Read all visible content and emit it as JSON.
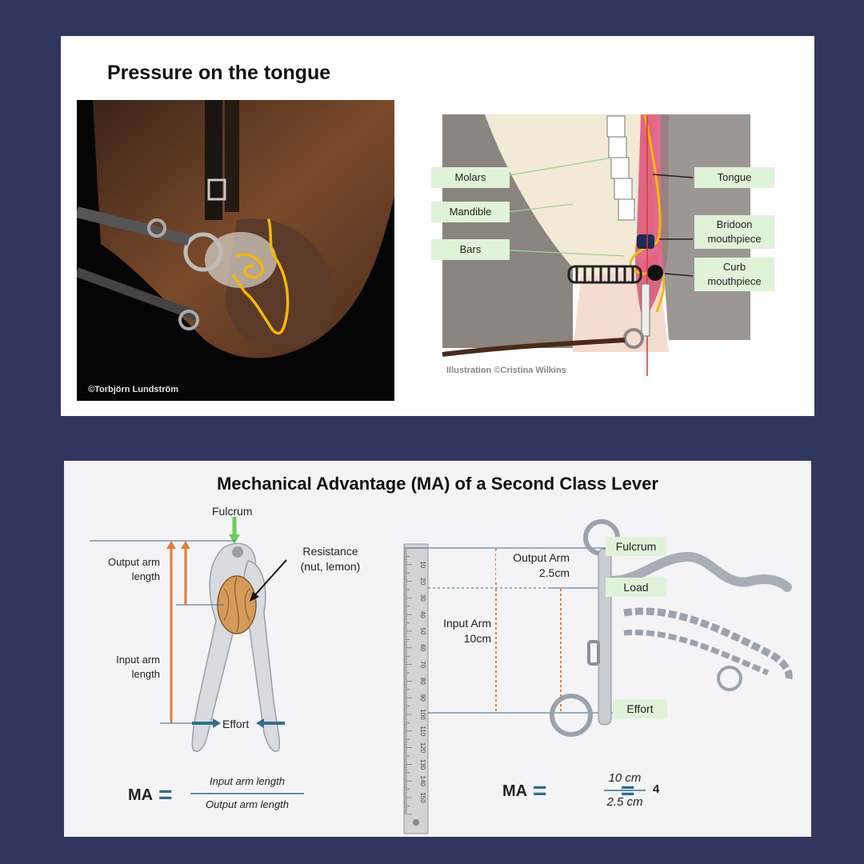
{
  "slide1": {
    "title": "Pressure on the tongue",
    "photo_credit": "©Torbjörn Lundström",
    "illustration_credit": "Illustration ©Cristina Wilkins",
    "labels": {
      "molars": "Molars",
      "mandible": "Mandible",
      "bars": "Bars",
      "tongue": "Tongue",
      "bridoon_line1": "Bridoon",
      "bridoon_line2": "mouthpiece",
      "curb_line1": "Curb",
      "curb_line2": "mouthpiece"
    }
  },
  "slide2": {
    "title": "Mechanical Advantage (MA) of a Second Class Lever",
    "nutcracker": {
      "fulcrum": "Fulcrum",
      "resistance_line1": "Resistance",
      "resistance_line2": "(nut, lemon)",
      "output_line1": "Output arm",
      "output_line2": "length",
      "input_line1": "Input arm",
      "input_line2": "length",
      "effort": "Effort",
      "ma": "MA",
      "equals": "=",
      "numerator": "Input arm length",
      "denominator": "Output arm length"
    },
    "bit": {
      "fulcrum": "Fulcrum",
      "load": "Load",
      "effort": "Effort",
      "output_line1": "Output Arm",
      "output_line2": "2.5cm",
      "input_line1": "Input Arm",
      "input_line2": "10cm",
      "ma": "MA",
      "equals": "=",
      "numerator": "10 cm",
      "denominator": "2.5 cm",
      "result": "4"
    },
    "ruler_ticks": [
      "10",
      "20",
      "30",
      "40",
      "50",
      "60",
      "70",
      "80",
      "90",
      "100",
      "110",
      "120",
      "130",
      "140",
      "150"
    ]
  },
  "colors": {
    "background": "#30375f",
    "tag_green": "#dff3d8",
    "orange": "#e07b39",
    "teal": "#2e6e8e",
    "annotation_yellow": "#f6b800"
  }
}
